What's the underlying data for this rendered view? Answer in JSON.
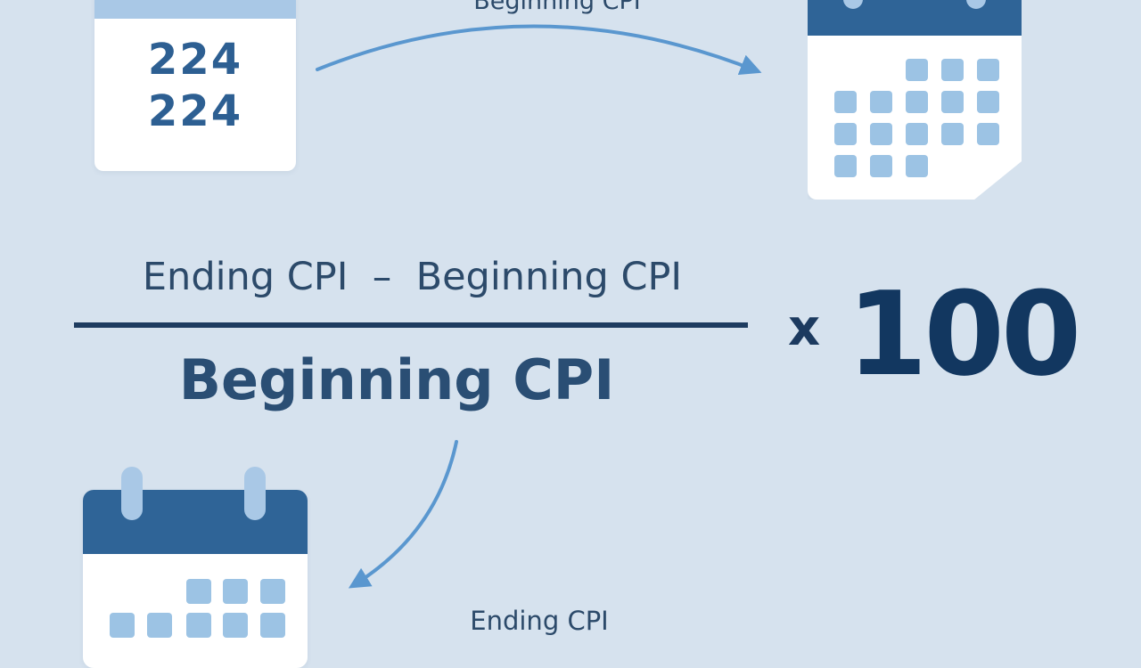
{
  "labels": {
    "top_arrow": "Beginning CPI",
    "bottom_arrow": "Ending CPI"
  },
  "calendar_numbers": {
    "row1": "224",
    "row2": "224"
  },
  "formula": {
    "numerator": "Ending CPI  –  Beginning CPI",
    "denominator": "Beginning CPI",
    "multiplier_sign": "x",
    "multiplier": "100"
  },
  "colors": {
    "background": "#d6e2ee",
    "dark_blue": "#2f6497",
    "light_blue": "#9cc3e4",
    "text": "#2c4a6a"
  }
}
